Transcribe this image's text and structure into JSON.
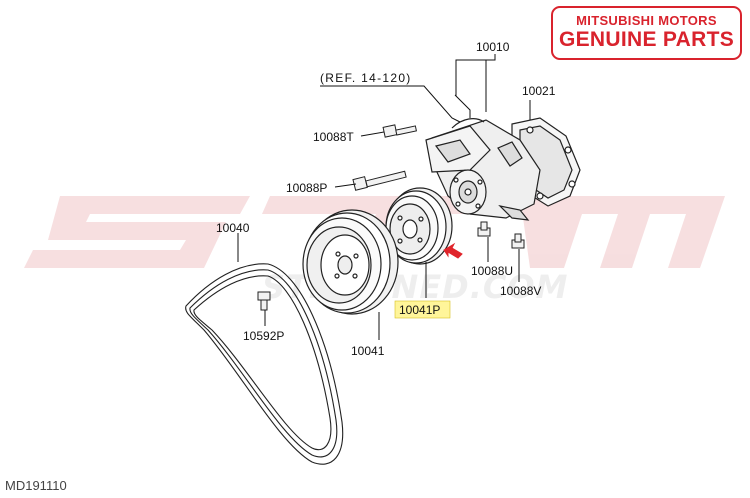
{
  "badge": {
    "line1": "MITSUBISHI MOTORS",
    "line2": "GENUINE PARTS",
    "color": "#d9232d"
  },
  "watermark": {
    "logo_text": "STM",
    "url": "STMTUNED.COM"
  },
  "callouts": {
    "p10010": "10010",
    "ref": "(REF. 14-120)",
    "p10021": "10021",
    "p10088T": "10088T",
    "p10088P": "10088P",
    "p10040": "10040",
    "p10088U": "10088U",
    "p10088V": "10088V",
    "p10041P": "10041P",
    "p10592P": "10592P",
    "p10041": "10041"
  },
  "highlight": {
    "part": "10041P",
    "fill": "#fff59a",
    "arrow_color": "#e0252b"
  },
  "diagram_id": "MD191110"
}
